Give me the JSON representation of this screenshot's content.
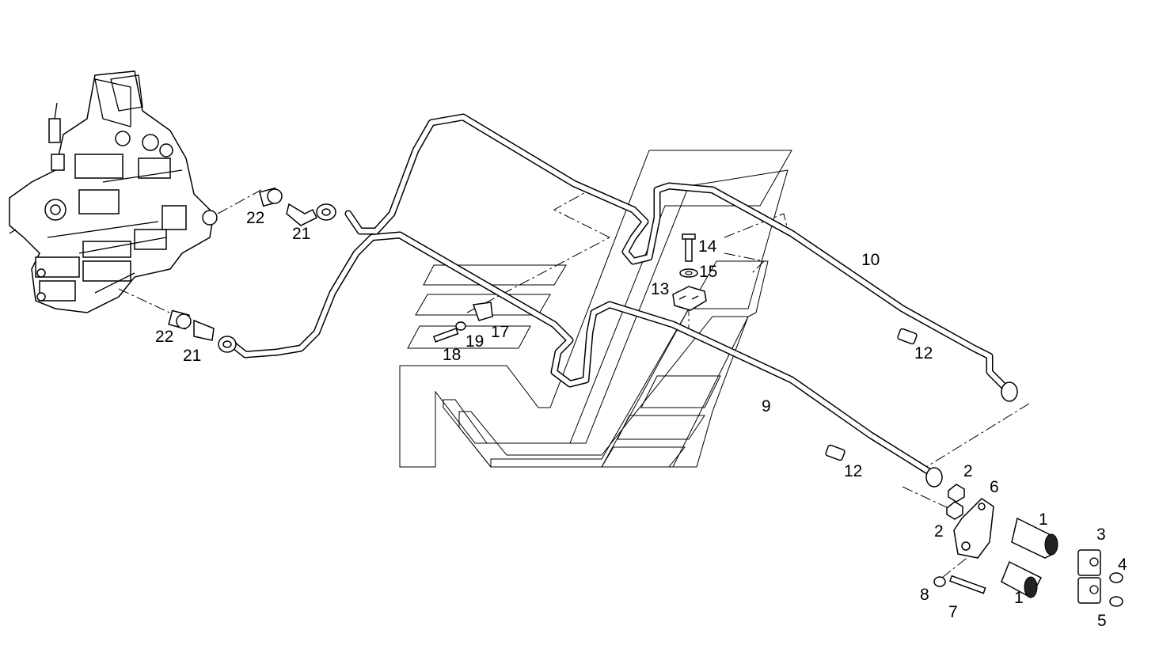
{
  "callouts": {
    "c1a": "1",
    "c1b": "1",
    "c2a": "2",
    "c2b": "2",
    "c3": "3",
    "c4": "4",
    "c5": "5",
    "c6": "6",
    "c7": "7",
    "c8": "8",
    "c9": "9",
    "c10": "10",
    "c12a": "12",
    "c12b": "12",
    "c13": "13",
    "c14": "14",
    "c15": "15",
    "c17": "17",
    "c18": "18",
    "c19": "19",
    "c21a": "21",
    "c21b": "21",
    "c22a": "22",
    "c22b": "22"
  }
}
